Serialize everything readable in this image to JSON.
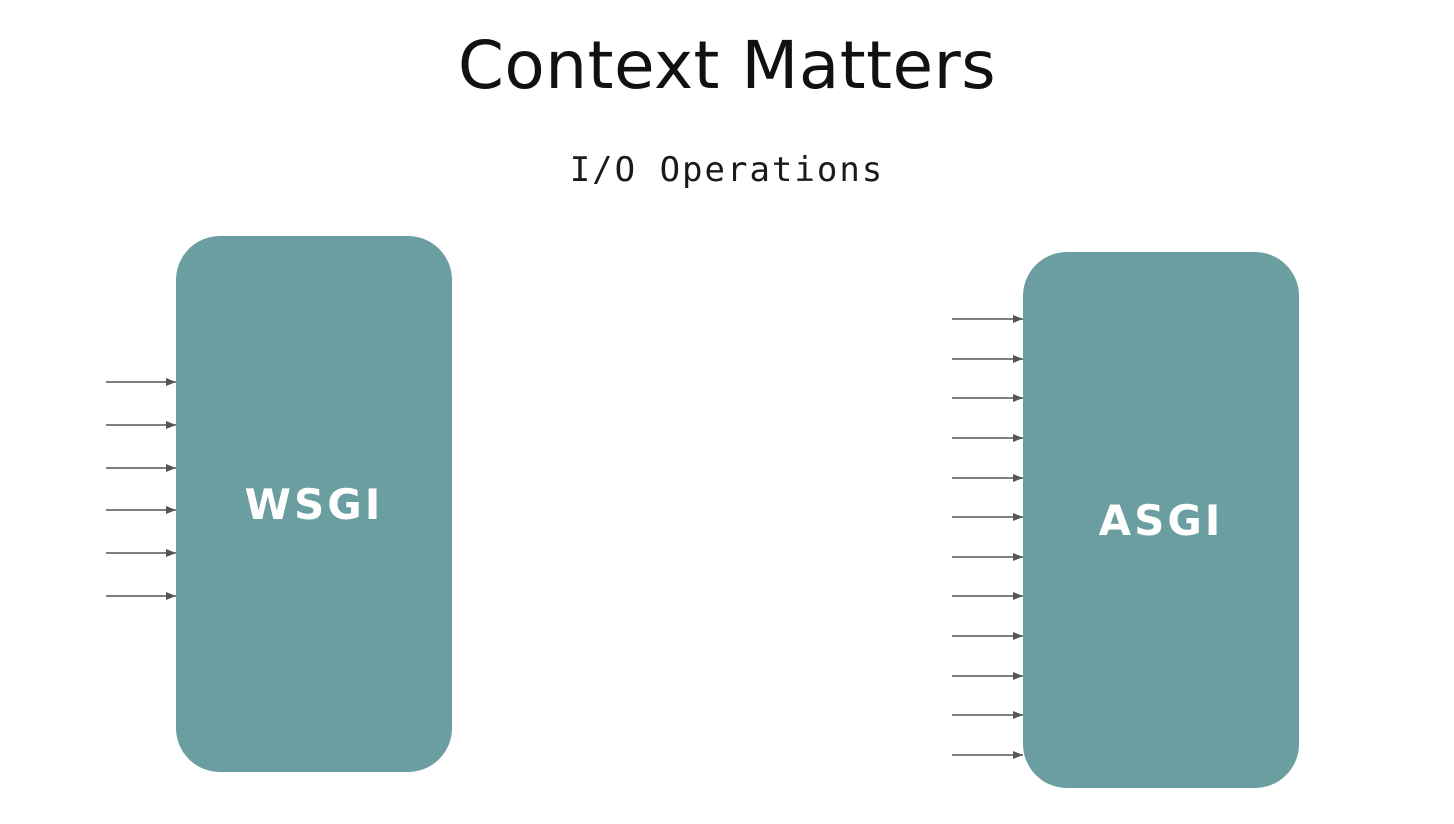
{
  "slide": {
    "title": "Context Matters",
    "subtitle": "I/O Operations"
  },
  "colors": {
    "box_fill": "#6a9ea0",
    "arrow": "#555555",
    "title_text": "#111111",
    "label_text": "#ffffff"
  },
  "wsgi": {
    "label": "WSGI",
    "incoming_arrows": 6
  },
  "asgi": {
    "label": "ASGI",
    "incoming_arrows": 12
  }
}
